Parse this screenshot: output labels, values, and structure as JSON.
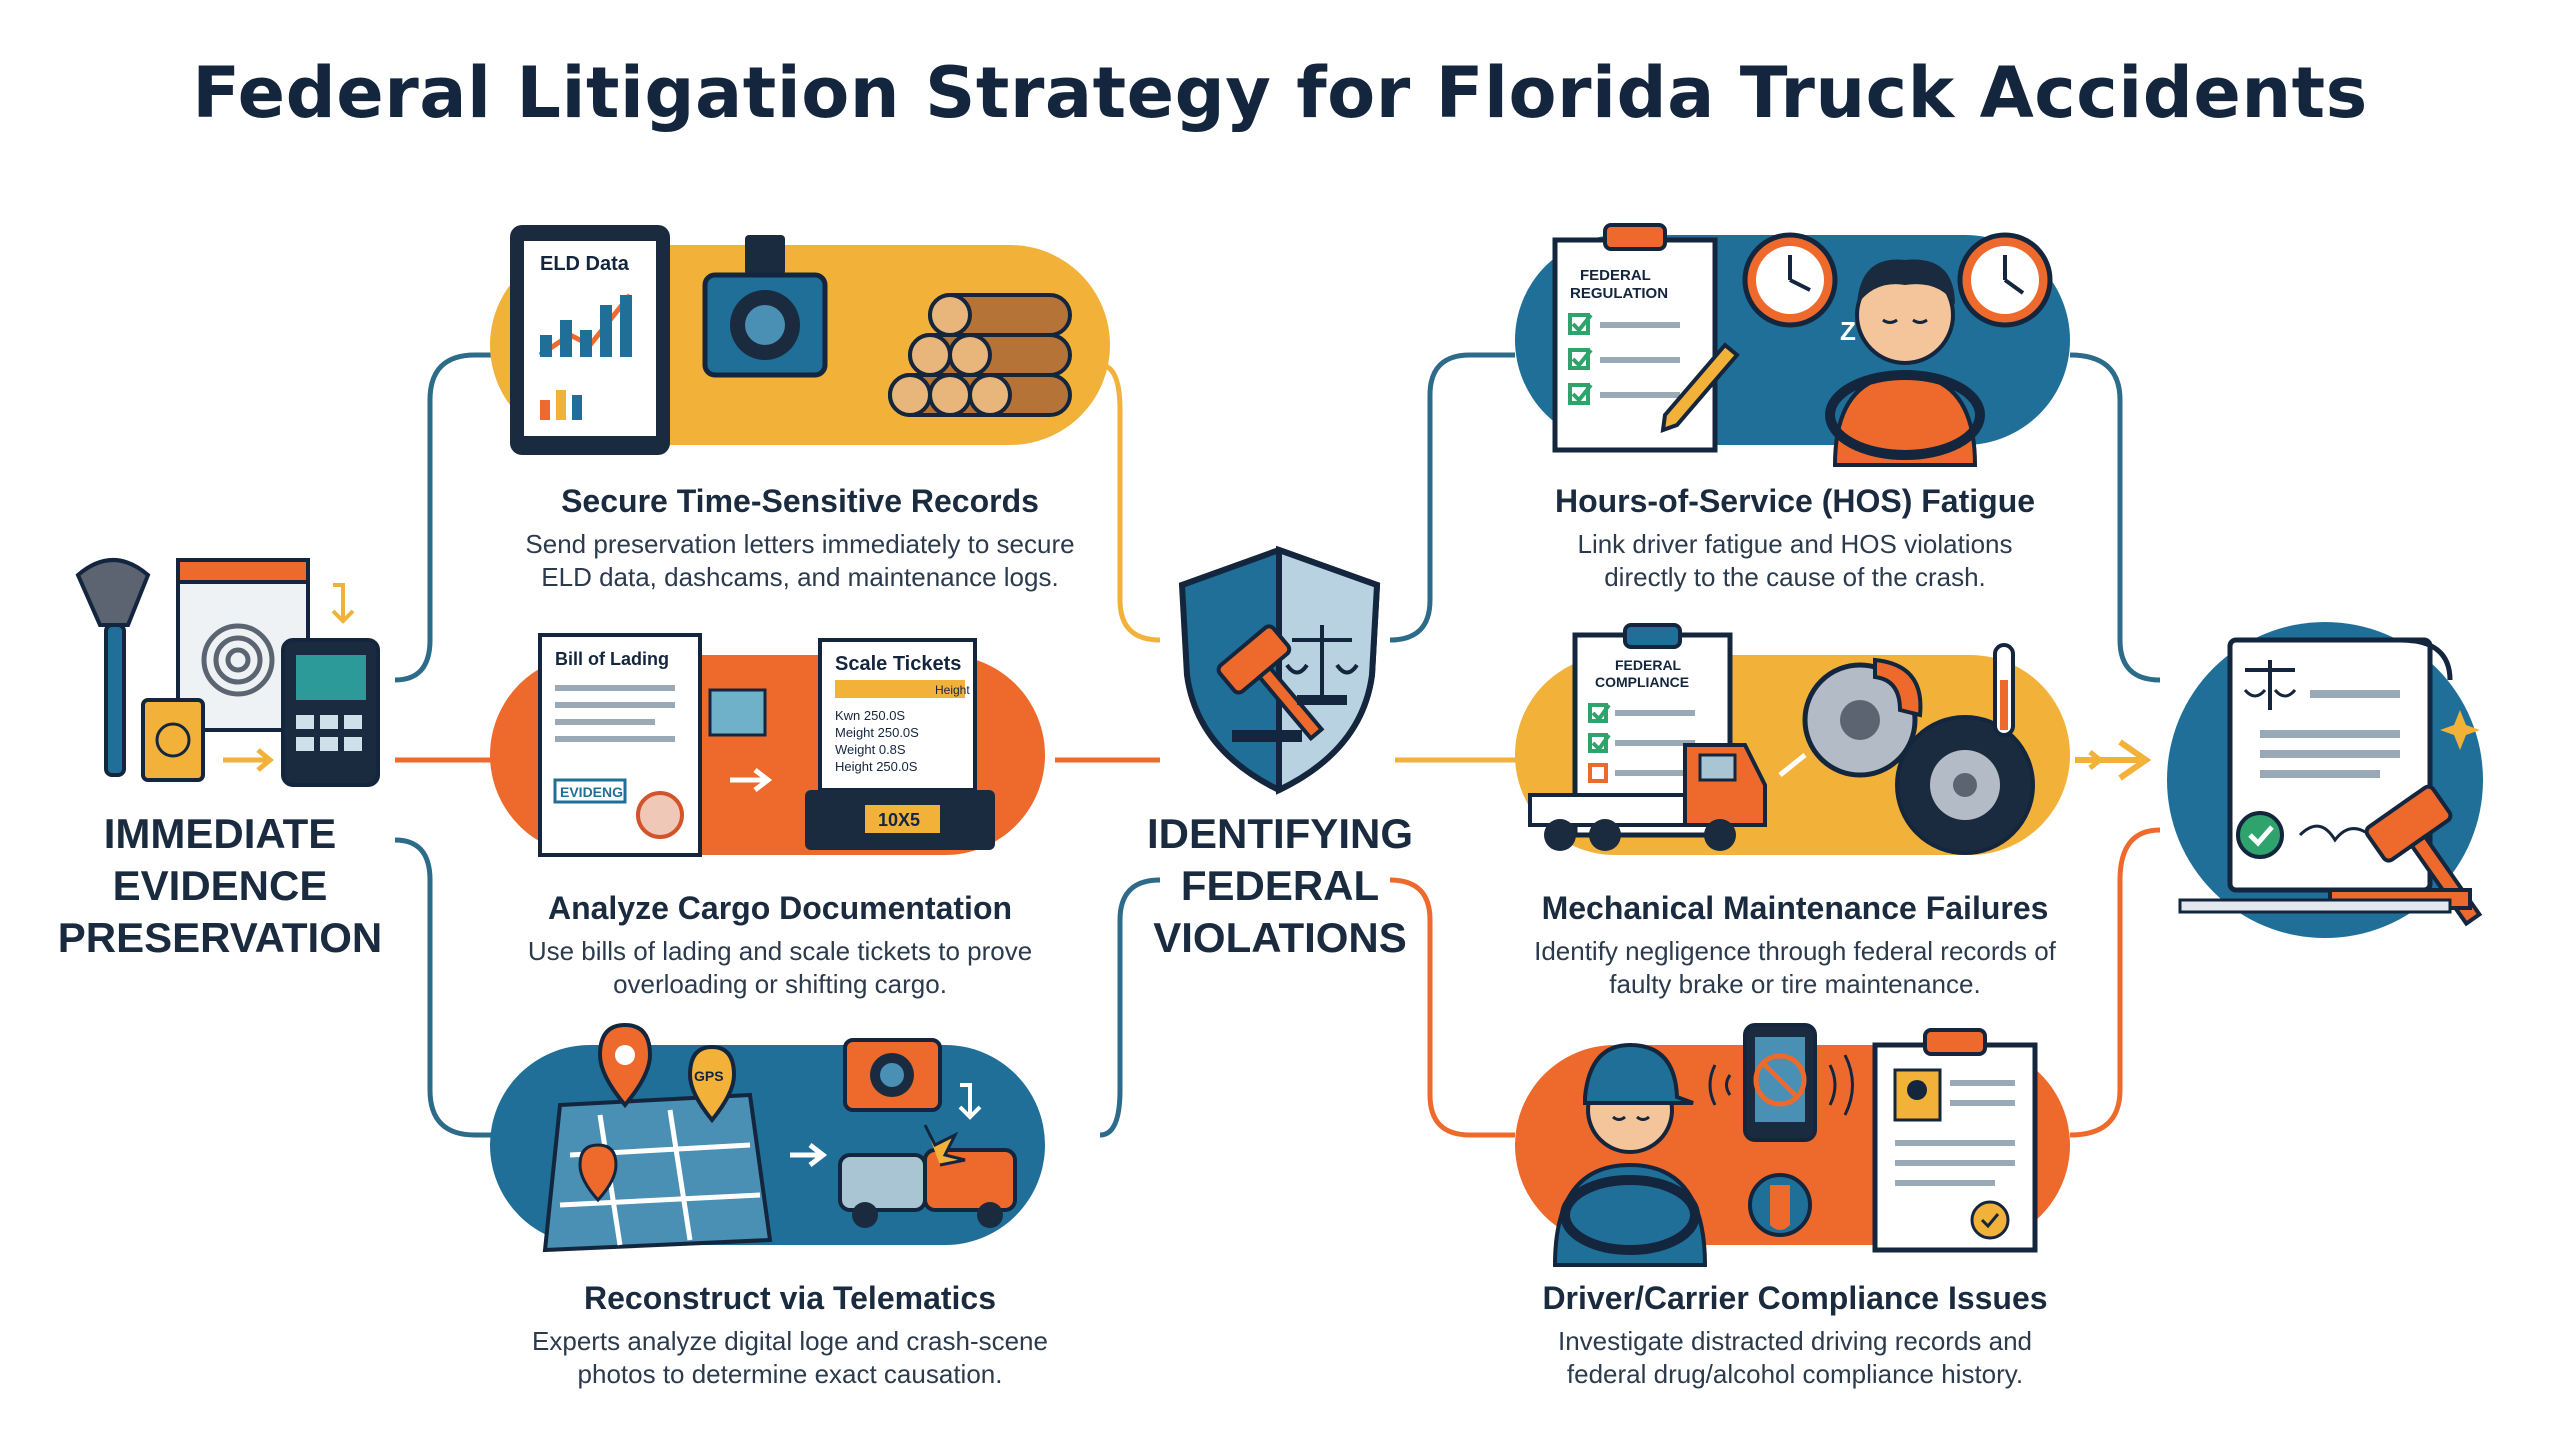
{
  "title": "Federal Litigation Strategy for Florida Truck Accidents",
  "hubs": {
    "evidence": [
      "IMMEDIATE",
      "EVIDENCE",
      "PRESERVATION"
    ],
    "violations": [
      "IDENTIFYING",
      "FEDERAL",
      "VIOLATIONS"
    ]
  },
  "cards": [
    {
      "title": "Secure Time-Sensitive Records",
      "desc": [
        "Send preservation letters immediately to secure",
        "ELD data, dashcams, and maintenance logs."
      ]
    },
    {
      "title": "Analyze Cargo Documentation",
      "desc": [
        "Use bills of lading and scale tickets to prove",
        "overloading or shifting cargo."
      ]
    },
    {
      "title": "Reconstruct via Telematics",
      "desc": [
        "Experts analyze digital loge and crash-scene",
        "photos to determine exact causation."
      ]
    },
    {
      "title": "Hours-of-Service (HOS) Fatigue",
      "desc": [
        "Link driver fatigue and HOS violations",
        "directly to the cause of the crash."
      ]
    },
    {
      "title": "Mechanical Maintenance Failures",
      "desc": [
        "Identify negligence through federal records of",
        "faulty brake or tire maintenance."
      ]
    },
    {
      "title": "Driver/Carrier Compliance Issues",
      "desc": [
        "Investigate distracted driving records and",
        "federal drug/alcohol compliance history."
      ]
    }
  ],
  "illustration_labels": {
    "eld": "ELD Data",
    "bill": "Bill of Lading",
    "scale_tickets": "Scale Tickets",
    "scale_header": "Height",
    "scale_rows": [
      "Kwn 250.0S",
      "Meight 250.0S",
      "Weight 0.8S",
      "Height 250.0S"
    ],
    "scale_display": "10X5",
    "evidence_stamp": "EVIDENG",
    "gps": "GPS",
    "federal_regulation": [
      "FEDERAL",
      "REGULATION"
    ],
    "federal_compliance": [
      "FEDERAL",
      "COMPLIANCE"
    ],
    "sleep": "Z"
  },
  "colors": {
    "navy": "#14263d",
    "blue": "#1f6f98",
    "orange": "#ee6a2c",
    "yellow": "#f2b23a",
    "teal_line": "#2d6b8a"
  }
}
